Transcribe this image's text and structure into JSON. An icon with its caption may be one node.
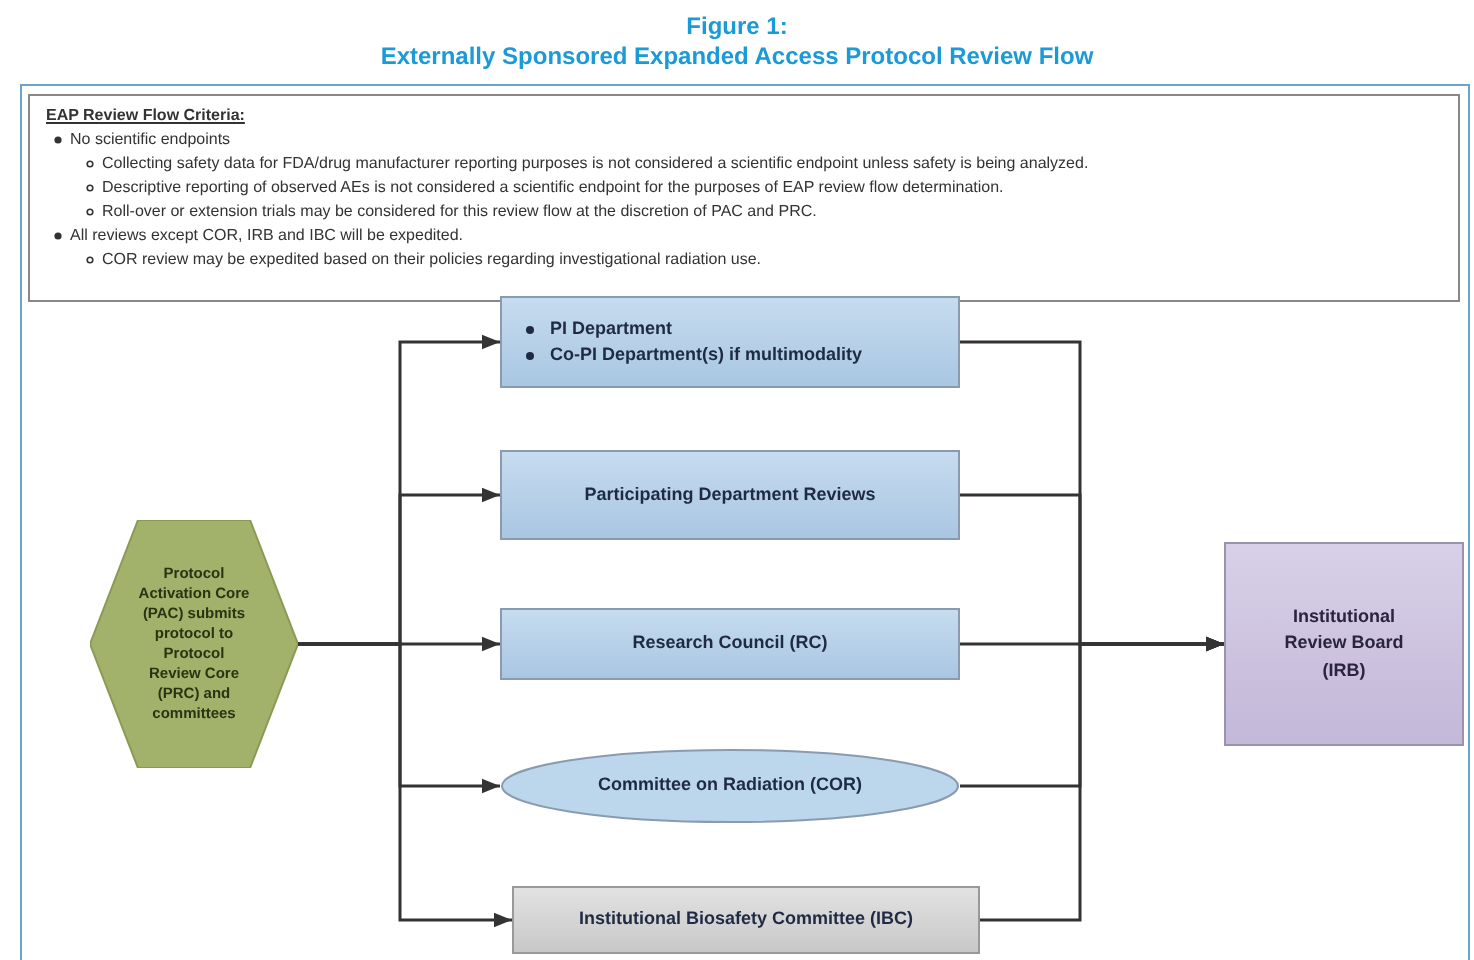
{
  "diagram": {
    "title": "Figure 1: Externally Sponsored Expanded Access Protocol Review Flow",
    "nodes": [
      {
        "text": [
          "EAP Review Flow Criteria:",
          "No scientific endpoints",
          "Collecting safety data for FDA/drug manufacturer reporting purposes is not considered a scientific endpoint unless safety is being analyzed.",
          "Descriptive reporting of observed AEs is not considered a scientific endpoint for the purposes of EAP review flow determination.",
          "Roll-over or extension trials may be considered for this review flow at the discretion of PAC and PRC.",
          "All reviews except COR, IRB and IBC will be expedited.",
          "COR review may be expedited based on their policies regarding investigational radiation use."
        ]
      },
      {
        "text": [
          "Protocol Activation Core (PAC) submits protocol to Protocol Review Core (PRC) and committees"
        ]
      },
      {
        "text": [
          "PI Department",
          "Co-PI Department(s) if multimodality"
        ]
      },
      {
        "text": [
          "Participating Department Reviews"
        ]
      },
      {
        "text": [
          "Research Council (RC)"
        ]
      },
      {
        "text": [
          "Committee on Radiation (COR)"
        ]
      },
      {
        "text": [
          "Institutional Biosafety Committee (IBC)"
        ]
      },
      {
        "text": [
          "Institutional Review Board (IRB)"
        ]
      }
    ],
    "edges": [
      {
        "from": 1,
        "to": 2,
        "arrow": "to"
      },
      {
        "from": 1,
        "to": 3,
        "arrow": "to"
      },
      {
        "from": 1,
        "to": 4,
        "arrow": "to"
      },
      {
        "from": 1,
        "to": 5,
        "arrow": "to"
      },
      {
        "from": 1,
        "to": 6,
        "arrow": "to"
      },
      {
        "from": 2,
        "to": 7,
        "arrow": "to"
      },
      {
        "from": 3,
        "to": 7,
        "arrow": "to"
      },
      {
        "from": 4,
        "to": 7,
        "arrow": "to"
      },
      {
        "from": 5,
        "to": 7,
        "arrow": "to"
      },
      {
        "from": 6,
        "to": 7,
        "arrow": "to"
      }
    ]
  }
}
